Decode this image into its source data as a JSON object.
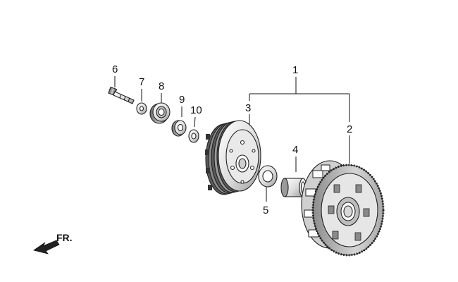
{
  "callouts": {
    "c1": "1",
    "c2": "2",
    "c3": "3",
    "c4": "4",
    "c5": "5",
    "c6": "6",
    "c7": "7",
    "c8": "8",
    "c9": "9",
    "c10": "10"
  },
  "direction_label": "FR."
}
